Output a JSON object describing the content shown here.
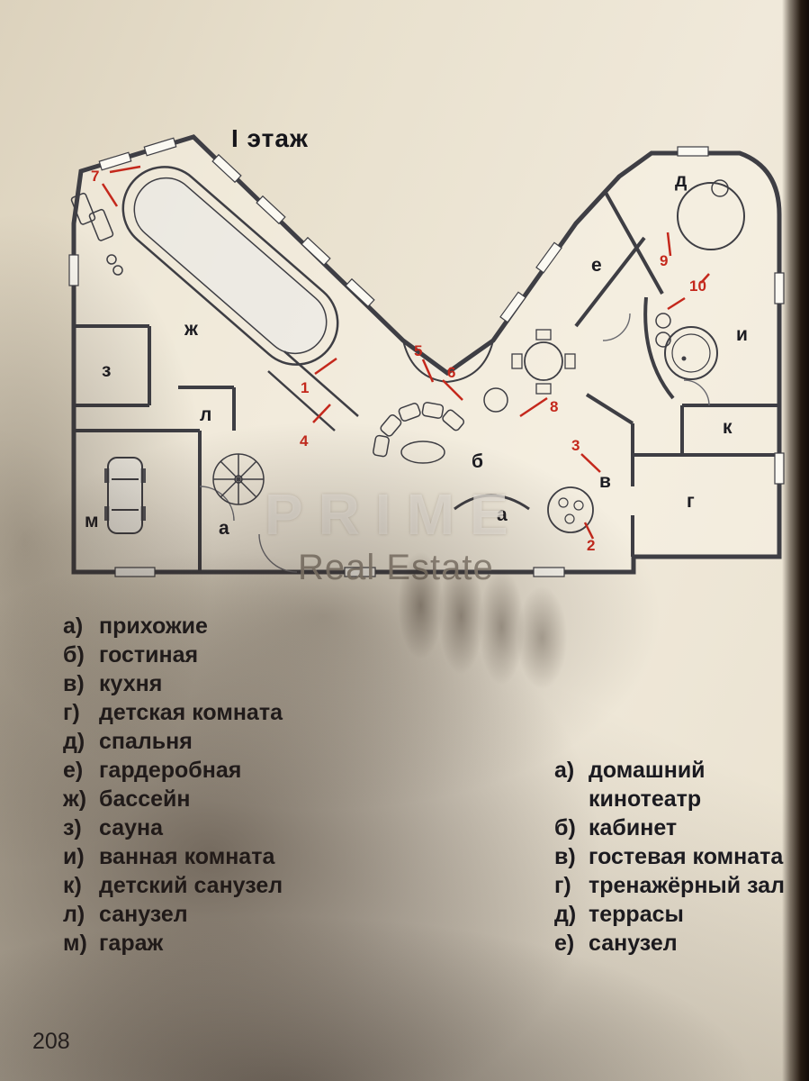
{
  "page": {
    "title": "I этаж",
    "page_number": "208"
  },
  "watermark": {
    "line1": "PRIME",
    "line2": "Real Estate"
  },
  "colors": {
    "paper": "#e9e1cf",
    "ink": "#1a1a20",
    "plan_line": "#3e3e44",
    "marker_red": "#c4281c"
  },
  "plan": {
    "rooms": [
      {
        "label": "ж"
      },
      {
        "label": "з"
      },
      {
        "label": "л"
      },
      {
        "label": "м"
      },
      {
        "label": "а"
      },
      {
        "label": "б"
      },
      {
        "label": "а"
      },
      {
        "label": "в"
      },
      {
        "label": "г"
      },
      {
        "label": "к"
      },
      {
        "label": "и"
      },
      {
        "label": "д"
      },
      {
        "label": "е"
      }
    ],
    "markers": [
      {
        "num": "1"
      },
      {
        "num": "2"
      },
      {
        "num": "3"
      },
      {
        "num": "4"
      },
      {
        "num": "5"
      },
      {
        "num": "6"
      },
      {
        "num": "7"
      },
      {
        "num": "8"
      },
      {
        "num": "9"
      },
      {
        "num": "10"
      }
    ]
  },
  "legend_left": {
    "items": [
      {
        "key": "а)",
        "label": "прихожие"
      },
      {
        "key": "б)",
        "label": "гостиная"
      },
      {
        "key": "в)",
        "label": "кухня"
      },
      {
        "key": "г)",
        "label": "детская комната"
      },
      {
        "key": "д)",
        "label": "спальня"
      },
      {
        "key": "е)",
        "label": "гардеробная"
      },
      {
        "key": "ж)",
        "label": "бассейн"
      },
      {
        "key": "з)",
        "label": "сауна"
      },
      {
        "key": "и)",
        "label": "ванная комната"
      },
      {
        "key": "к)",
        "label": "детский санузел"
      },
      {
        "key": "л)",
        "label": "санузел"
      },
      {
        "key": "м)",
        "label": "гараж"
      }
    ]
  },
  "legend_right": {
    "items": [
      {
        "key": "а)",
        "label": "домашний кинотеатр"
      },
      {
        "key": "б)",
        "label": "кабинет"
      },
      {
        "key": "в)",
        "label": "гостевая комната"
      },
      {
        "key": "г)",
        "label": "тренажёрный зал"
      },
      {
        "key": "д)",
        "label": "террасы"
      },
      {
        "key": "е)",
        "label": "санузел"
      }
    ]
  }
}
